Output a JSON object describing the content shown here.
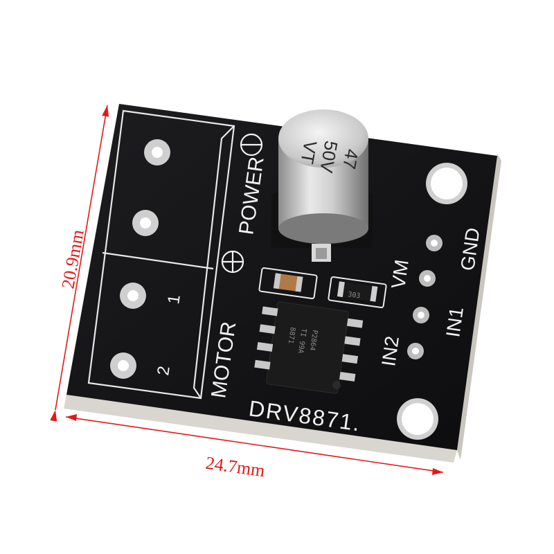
{
  "dimensions": {
    "height_label": "20.9mm",
    "width_label": "24.7mm",
    "line_color": "#e01919"
  },
  "board": {
    "pcb_color": "#141416",
    "edge_color": "#d9d6cf",
    "silk_color": "#f2f2f2",
    "labels": {
      "power": "POWER",
      "motor": "MOTOR",
      "motor_pin_1": "1",
      "motor_pin_2": "2",
      "gnd": "GND",
      "vm": "VM",
      "in1": "IN1",
      "in2": "IN2",
      "part": "DRV8871."
    }
  },
  "capacitor": {
    "line1": "47",
    "line2": "50V",
    "line3": "VT"
  },
  "resistor": {
    "marking": "303"
  },
  "chip": {
    "line1": "8871",
    "line2": "TI 99A",
    "line3": "P2864"
  }
}
